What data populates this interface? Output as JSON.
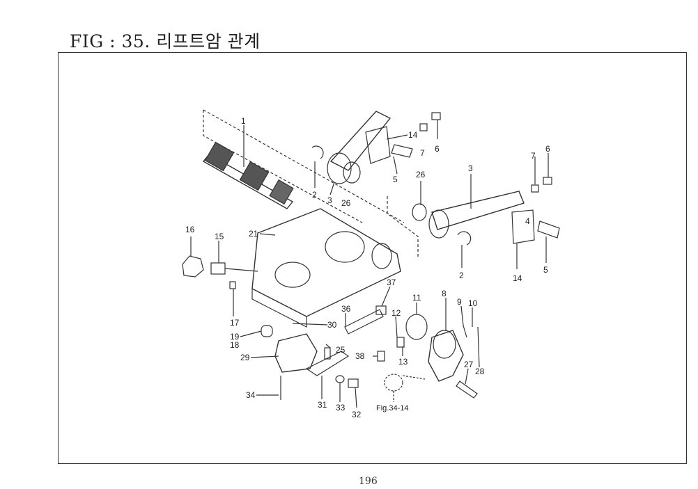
{
  "title": "FIG : 35. 리프트암 관계",
  "page_number": "196",
  "reference": "Fig.34-14",
  "part_labels": [
    "1",
    "2",
    "3",
    "26",
    "5",
    "14",
    "7",
    "6",
    "26",
    "3",
    "7",
    "6",
    "2",
    "14",
    "5",
    "16",
    "15",
    "21",
    "17",
    "19",
    "18",
    "29",
    "34",
    "31",
    "33",
    "32",
    "36",
    "30",
    "25",
    "37",
    "38",
    "11",
    "12",
    "13",
    "8",
    "9",
    "10",
    "27",
    "28",
    "4"
  ]
}
